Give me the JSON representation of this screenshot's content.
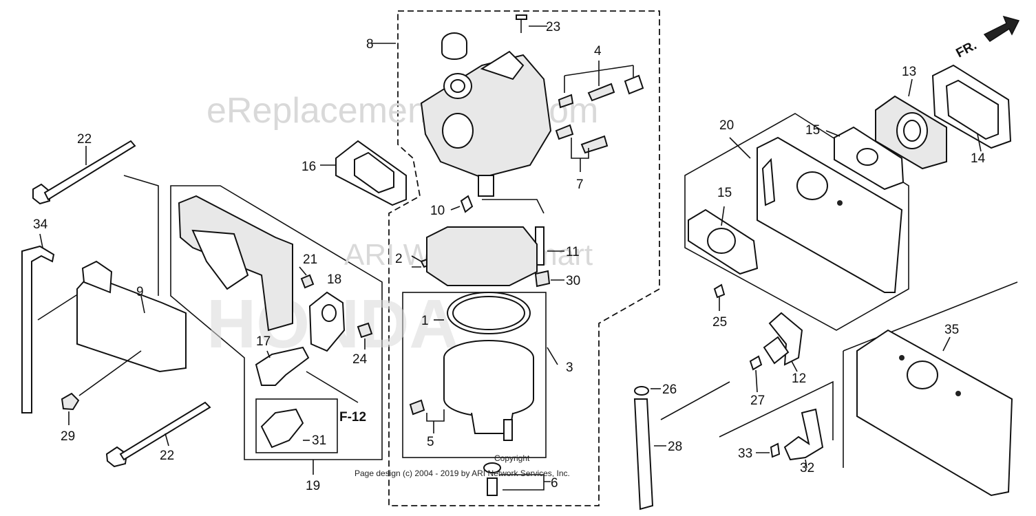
{
  "watermarks": {
    "site": "eReplacementParts.com",
    "ari": "ARI WebsiteSmart",
    "honda": "HONDA"
  },
  "copyright": {
    "word": "Copyright",
    "line": "Page design (c) 2004 - 2019 by ARI Network Services, Inc."
  },
  "direction": {
    "label": "FR."
  },
  "reference": {
    "label": "F-12"
  },
  "callouts": {
    "c1": "1",
    "c2": "2",
    "c3": "3",
    "c4": "4",
    "c5": "5",
    "c6": "6",
    "c7": "7",
    "c8": "8",
    "c9": "9",
    "c10": "10",
    "c11": "11",
    "c12": "12",
    "c13": "13",
    "c14": "14",
    "c15a": "15",
    "c15b": "15",
    "c16": "16",
    "c17": "17",
    "c18": "18",
    "c19": "19",
    "c20": "20",
    "c21": "21",
    "c22a": "22",
    "c22b": "22",
    "c23": "23",
    "c24": "24",
    "c25": "25",
    "c26": "26",
    "c27": "27",
    "c28": "28",
    "c29": "29",
    "c30": "30",
    "c31": "31",
    "c32": "32",
    "c33": "33",
    "c34": "34",
    "c35": "35"
  }
}
